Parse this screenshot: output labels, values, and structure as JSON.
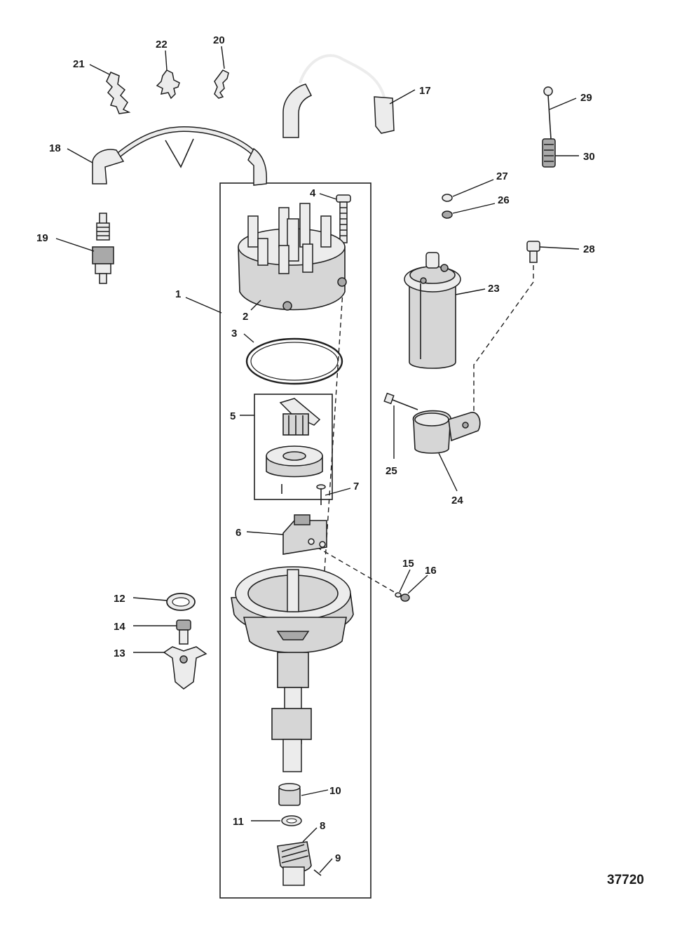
{
  "diagram": {
    "figure_number": "37720",
    "callouts": {
      "c1": "1",
      "c2": "2",
      "c3": "3",
      "c4": "4",
      "c5": "5",
      "c6": "6",
      "c7": "7",
      "c8": "8",
      "c9": "9",
      "c10": "10",
      "c11": "11",
      "c12": "12",
      "c13": "13",
      "c14": "14",
      "c15": "15",
      "c16": "16",
      "c17": "17",
      "c18": "18",
      "c19": "19",
      "c20": "20",
      "c21": "21",
      "c22": "22",
      "c23": "23",
      "c24": "24",
      "c25": "25",
      "c26": "26",
      "c27": "27",
      "c28": "28",
      "c29": "29",
      "c30": "30"
    }
  }
}
